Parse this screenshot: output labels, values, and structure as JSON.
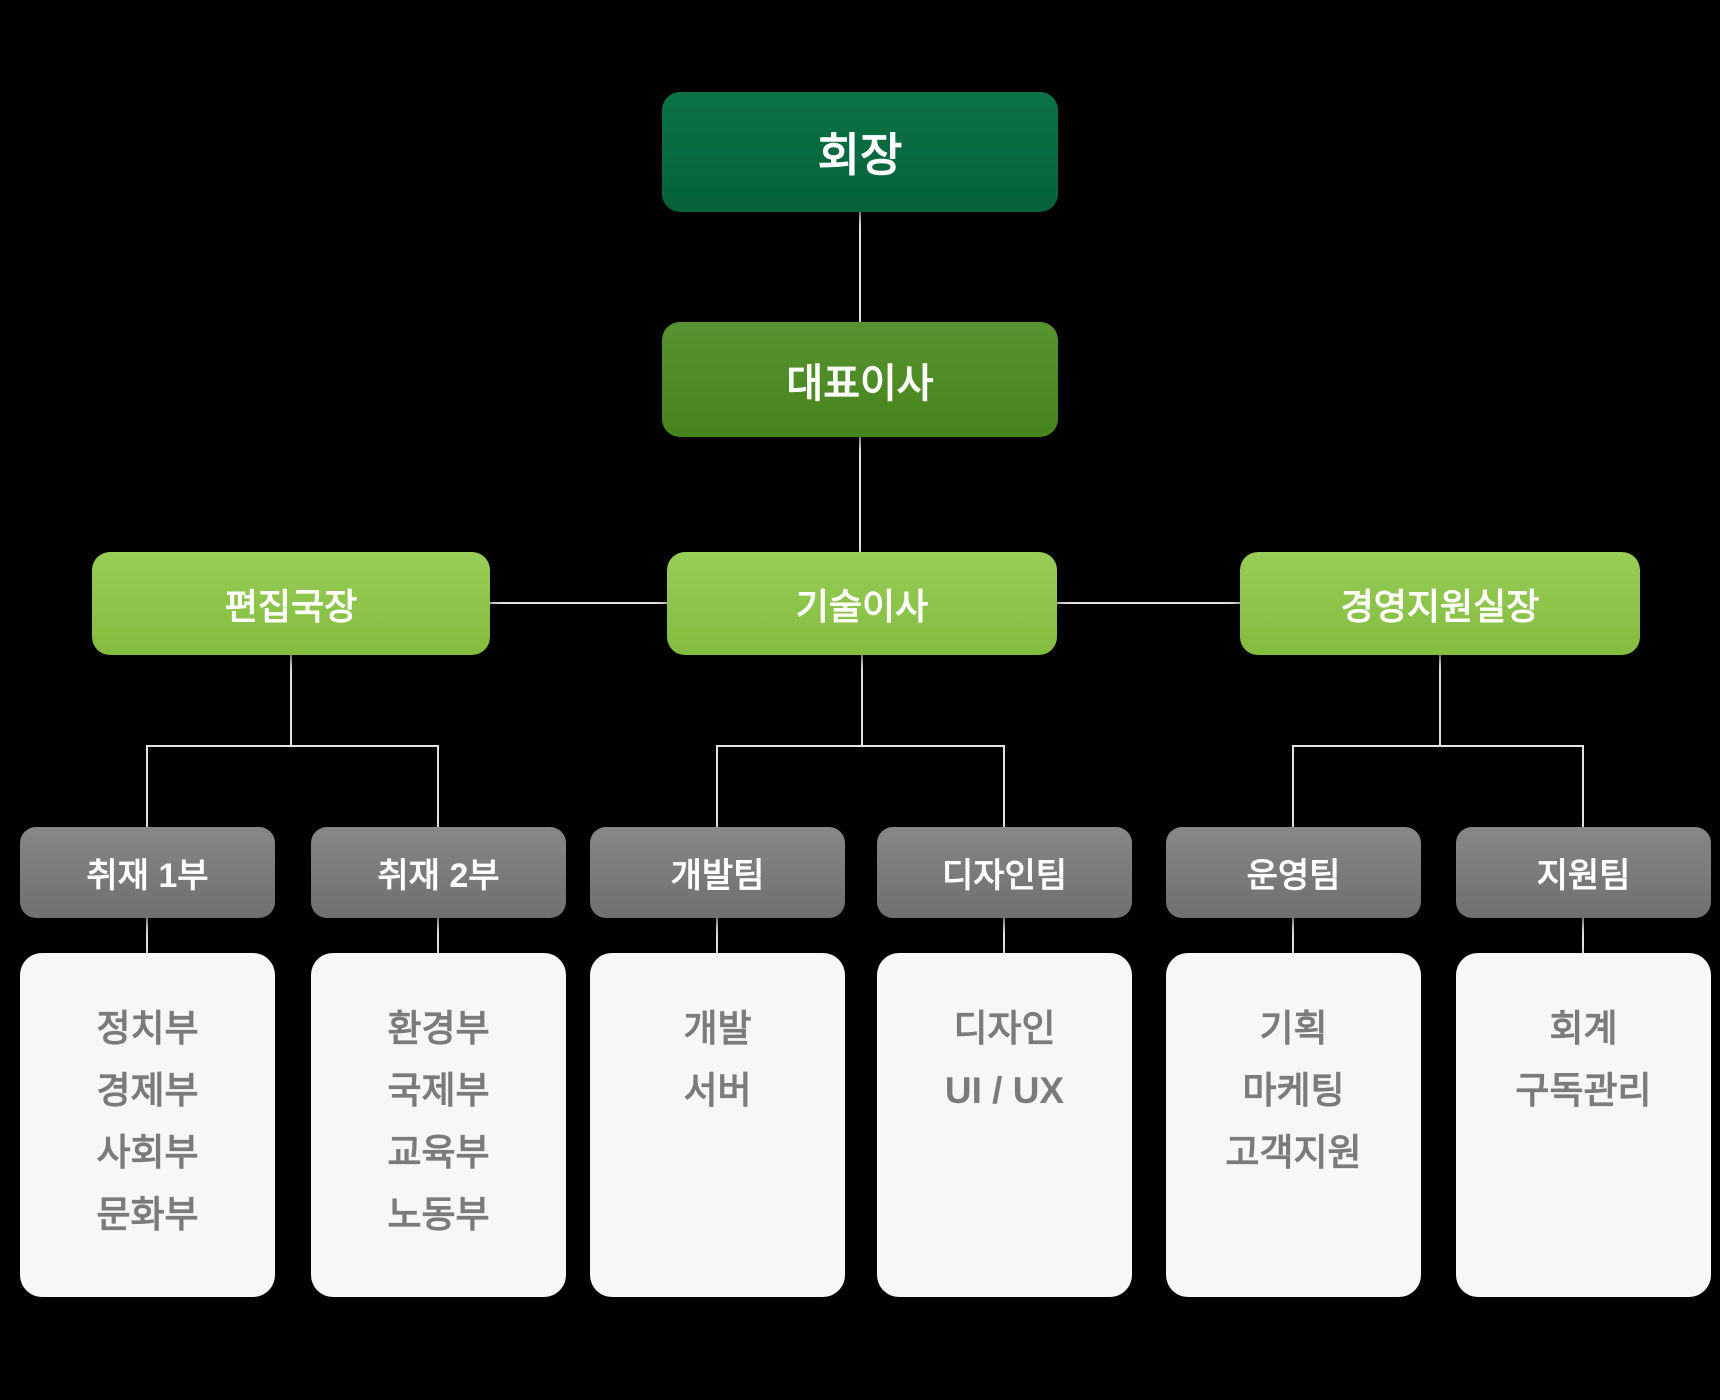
{
  "org_chart": {
    "level1": {
      "label": "회장"
    },
    "level2": {
      "label": "대표이사"
    },
    "level3": [
      {
        "label": "편집국장"
      },
      {
        "label": "기술이사"
      },
      {
        "label": "경영지원실장"
      }
    ],
    "teams": [
      {
        "label": "취재 1부",
        "members": [
          "정치부",
          "경제부",
          "사회부",
          "문화부"
        ]
      },
      {
        "label": "취재 2부",
        "members": [
          "환경부",
          "국제부",
          "교육부",
          "노동부"
        ]
      },
      {
        "label": "개발팀",
        "members": [
          "개발",
          "서버"
        ]
      },
      {
        "label": "디자인팀",
        "members": [
          "디자인",
          "UI / UX"
        ]
      },
      {
        "label": "운영팀",
        "members": [
          "기획",
          "마케팅",
          "고객지원"
        ]
      },
      {
        "label": "지원팀",
        "members": [
          "회계",
          "구독관리"
        ]
      }
    ],
    "colors": {
      "background": "#000000",
      "level1_green": "#076940",
      "level2_green": "#4e8b22",
      "level3_green": "#8bc34a",
      "team_gray": "#7b7b7b",
      "panel_bg": "#f7f7f7",
      "member_text": "#7b7b7b",
      "connector": "#e2e2e2",
      "box_text": "#ffffff"
    }
  }
}
